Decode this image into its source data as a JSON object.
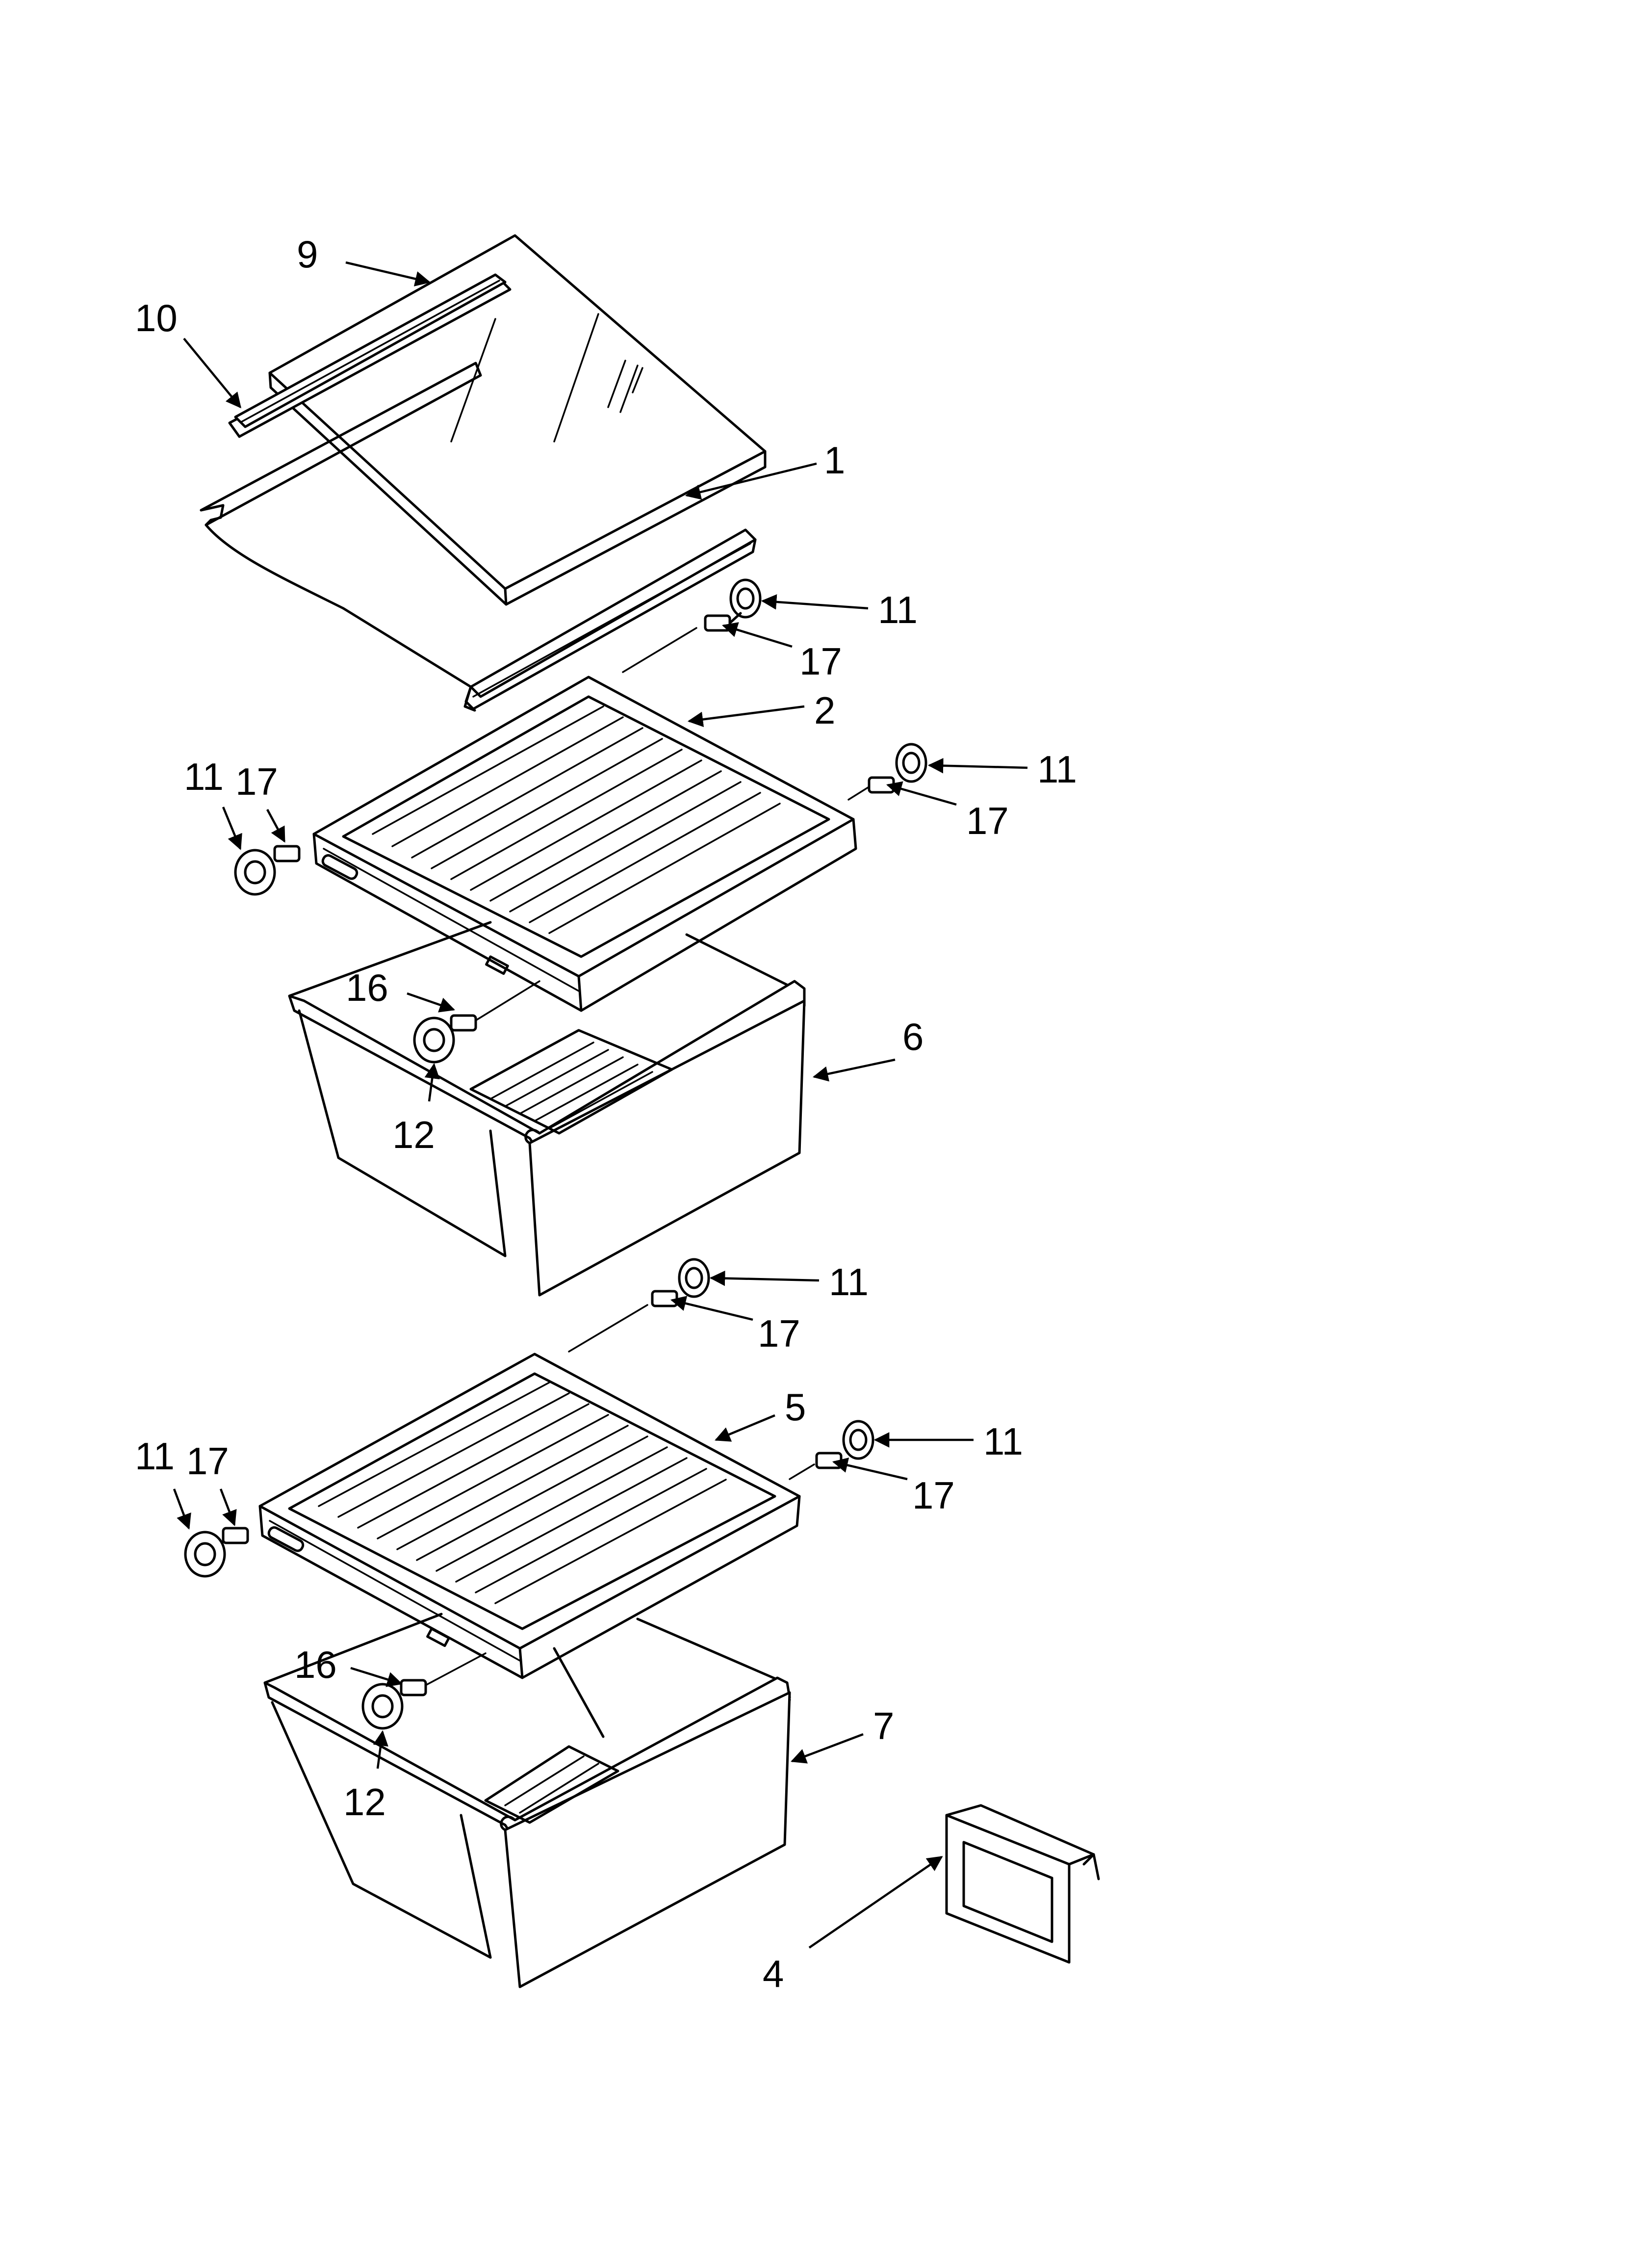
{
  "diagram": {
    "callouts": [
      {
        "id": "c9",
        "text": "9"
      },
      {
        "id": "c10",
        "text": "10"
      },
      {
        "id": "c1",
        "text": "1"
      },
      {
        "id": "c11a",
        "text": "11"
      },
      {
        "id": "c17a",
        "text": "17"
      },
      {
        "id": "c2",
        "text": "2"
      },
      {
        "id": "c11b",
        "text": "11"
      },
      {
        "id": "c17b",
        "text": "17"
      },
      {
        "id": "c11c",
        "text": "11"
      },
      {
        "id": "c17c",
        "text": "17"
      },
      {
        "id": "c16a",
        "text": "16"
      },
      {
        "id": "c6",
        "text": "6"
      },
      {
        "id": "c12a",
        "text": "12"
      },
      {
        "id": "c11d",
        "text": "11"
      },
      {
        "id": "c17d",
        "text": "17"
      },
      {
        "id": "c5",
        "text": "5"
      },
      {
        "id": "c11e",
        "text": "11"
      },
      {
        "id": "c17e",
        "text": "17"
      },
      {
        "id": "c11f",
        "text": "11"
      },
      {
        "id": "c17f",
        "text": "17"
      },
      {
        "id": "c16b",
        "text": "16"
      },
      {
        "id": "c7",
        "text": "7"
      },
      {
        "id": "c12b",
        "text": "12"
      },
      {
        "id": "c4",
        "text": "4"
      }
    ]
  }
}
